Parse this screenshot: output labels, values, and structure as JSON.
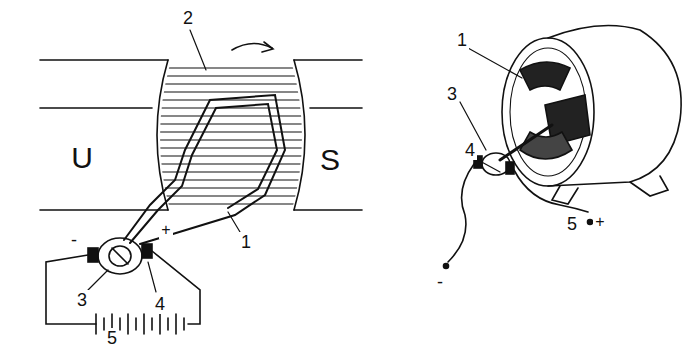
{
  "diagram": {
    "labels": [
      "2",
      "U",
      "S",
      "-",
      "+",
      "1",
      "3",
      "4",
      "5",
      "1",
      "3",
      "4",
      "5",
      "+",
      "-"
    ]
  }
}
